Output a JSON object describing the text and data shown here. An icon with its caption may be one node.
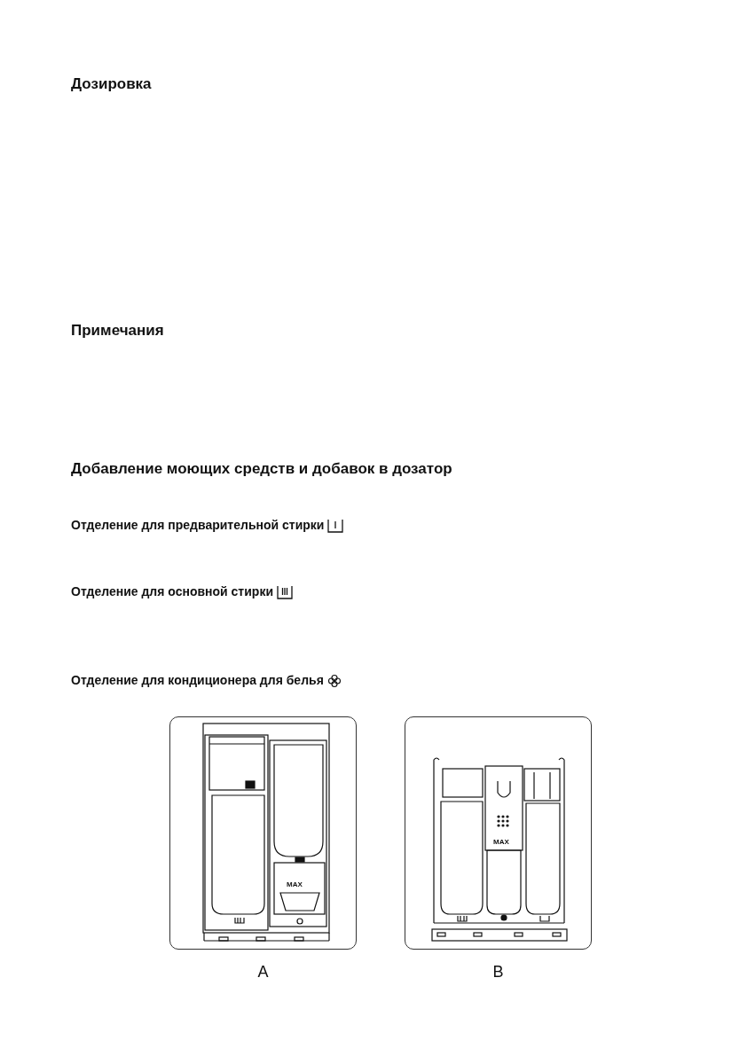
{
  "diagram": {
    "nodes": [
      {
        "text": [],
        "shape": "picture",
        "beside": [
          "A"
        ]
      },
      {
        "text": [],
        "shape": "picture",
        "beside": [
          "B"
        ]
      }
    ],
    "labels": [
      "Дозировка",
      "Примечания",
      "Добавление моющих средств и добавок в дозатор",
      "Отделение для предварительной стирки",
      "Отделение для основной стирки",
      "Отделение для кондиционера для белья",
      "MAX",
      "MAX"
    ]
  }
}
